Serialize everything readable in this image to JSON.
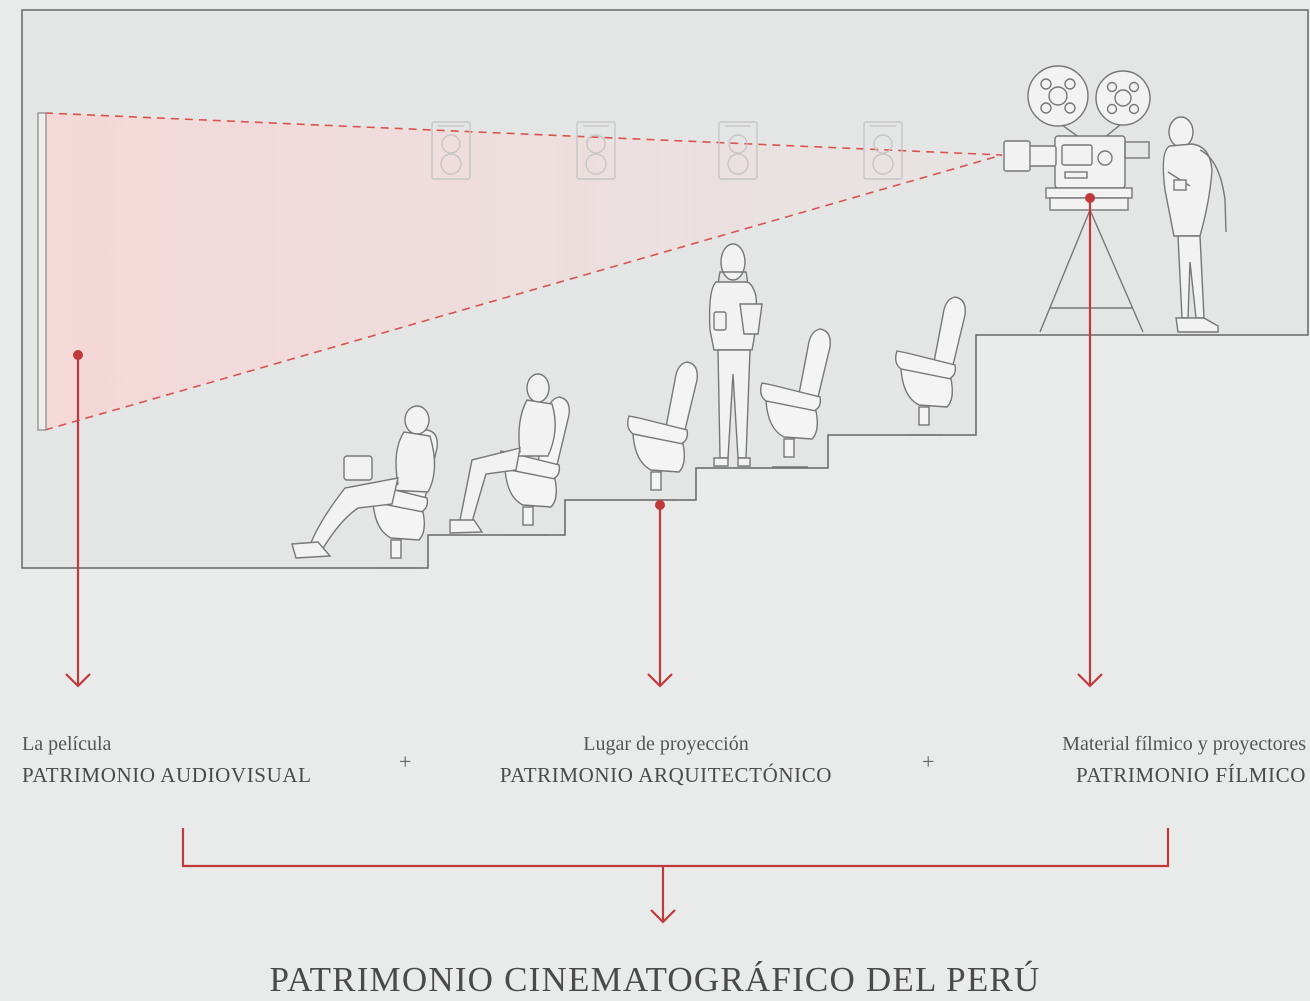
{
  "columns": [
    {
      "title": "La película",
      "subtitle": "PATRIMONIO AUDIOVISUAL"
    },
    {
      "title": "Lugar de proyección",
      "subtitle": "PATRIMONIO ARQUITECTÓNICO"
    },
    {
      "title": "Material fílmico y proyectores",
      "subtitle": "PATRIMONIO FÍLMICO"
    }
  ],
  "plus_signs": [
    "+",
    "+"
  ],
  "final_title": "PATRIMONIO CINEMATOGRÁFICO DEL PERÚ",
  "colors": {
    "background": "#e9eaea",
    "panel": "#e3e5e5",
    "line_drawing": "#999999",
    "accent_red": "#c0393b",
    "beam_fill": "#f7dcdc"
  },
  "icons": [
    "movie-screen-icon",
    "speaker-icon",
    "film-projector-icon",
    "cinema-seat-icon",
    "person-icon"
  ]
}
